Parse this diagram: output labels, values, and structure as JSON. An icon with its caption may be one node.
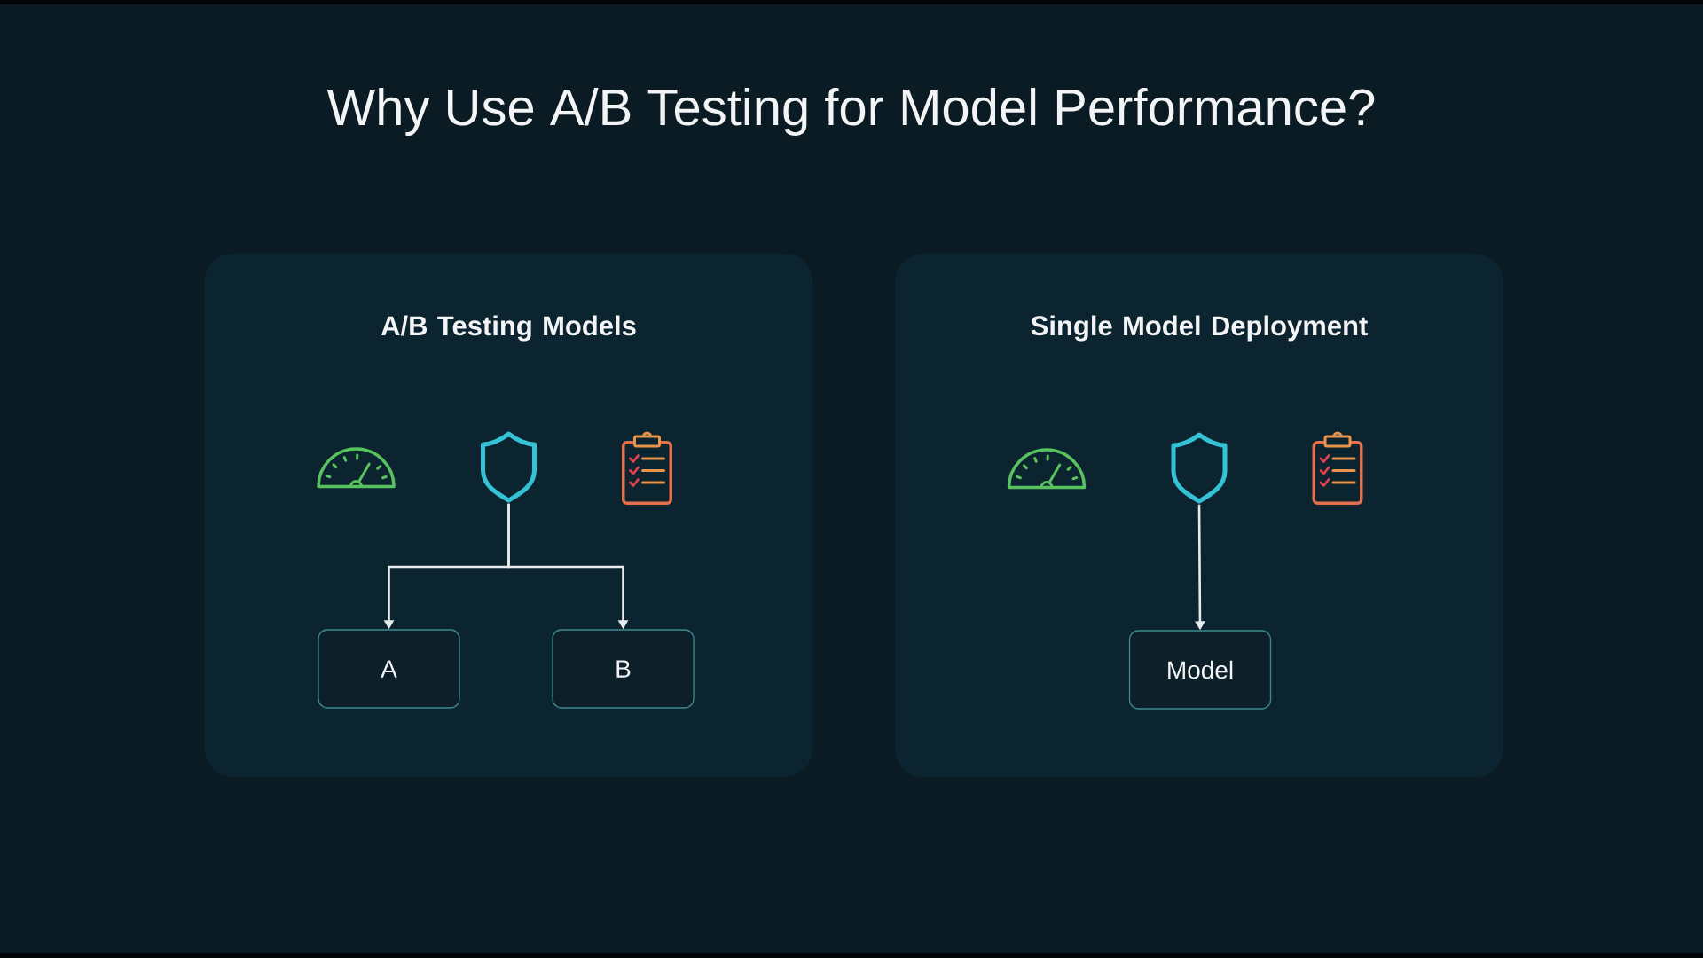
{
  "diagram": {
    "title": "Why Use A/B Testing for Model Performance?",
    "nodes": [
      {
        "text": [
          "A/B Testing Models"
        ]
      },
      {
        "text": [],
        "shape": "gauge",
        "in": 0
      },
      {
        "text": [],
        "shape": "shield",
        "in": 0
      },
      {
        "text": [],
        "shape": "clipboard",
        "in": 0
      },
      {
        "text": [
          "A"
        ],
        "in": 0
      },
      {
        "text": [
          "B"
        ],
        "in": 0
      },
      {
        "text": [
          "Single Model Deployment"
        ]
      },
      {
        "text": [],
        "shape": "gauge",
        "in": 6
      },
      {
        "text": [],
        "shape": "shield",
        "in": 6
      },
      {
        "text": [],
        "shape": "clipboard",
        "in": 6
      },
      {
        "text": [
          "Model"
        ],
        "in": 6
      }
    ],
    "edges": [
      {
        "from": 2,
        "to": 4,
        "arrow": "to"
      },
      {
        "from": 2,
        "to": 5,
        "arrow": "to"
      },
      {
        "from": 8,
        "to": 10,
        "arrow": "to"
      }
    ]
  }
}
